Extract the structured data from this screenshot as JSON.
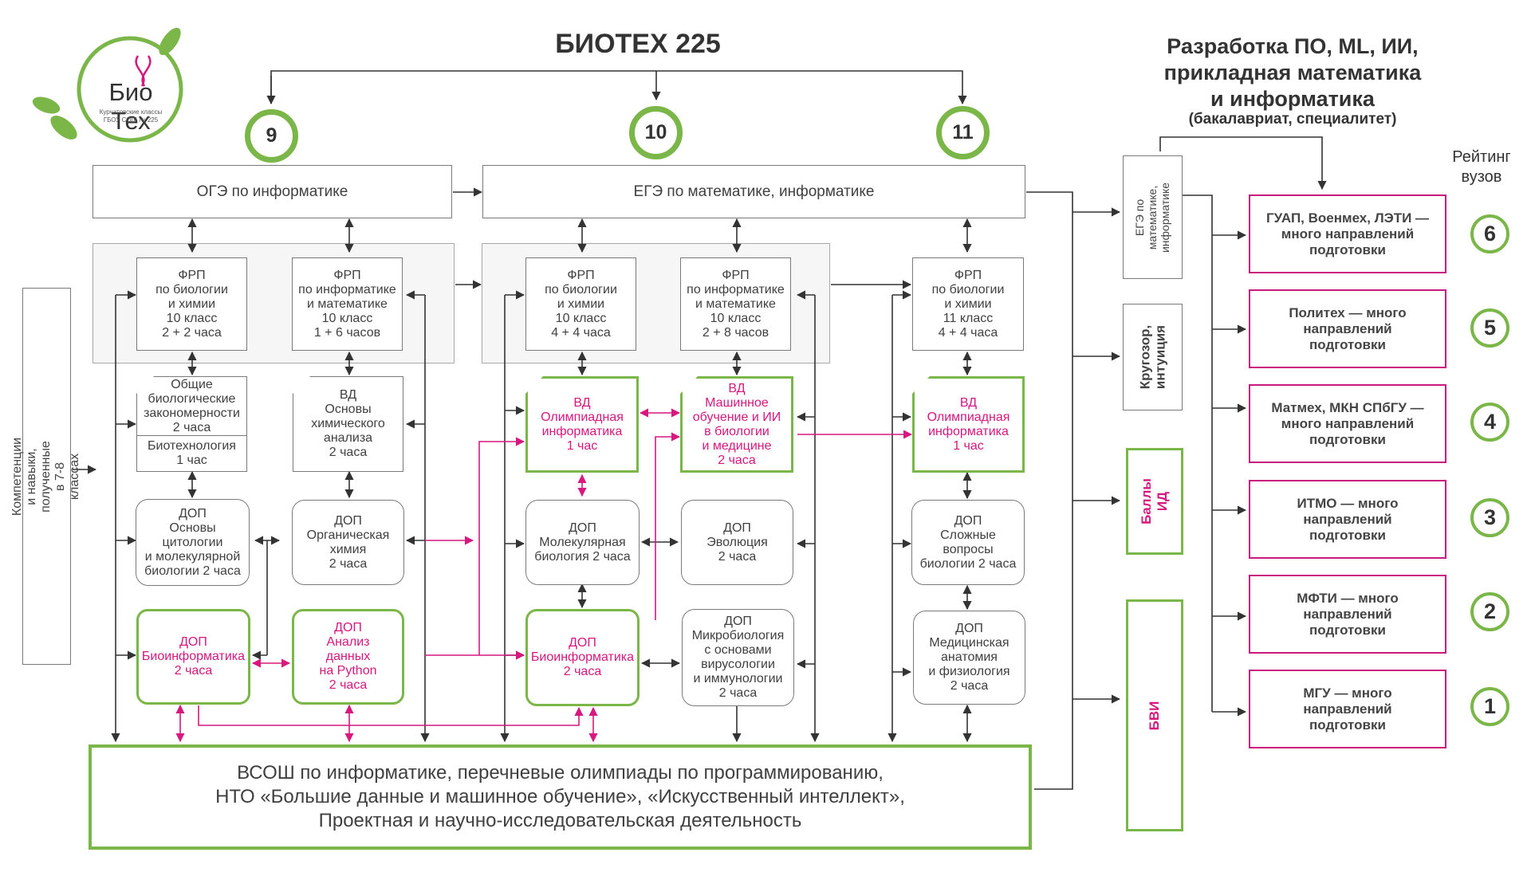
{
  "logo": {
    "name": "Био Тех",
    "subtitle_line1": "Курчатовские классы",
    "subtitle_line2": "ГБОУ СОШ № 225"
  },
  "title": "БИОТЕХ 225",
  "grades": [
    "9",
    "10",
    "11"
  ],
  "exams": {
    "oge": "ОГЭ по информатике",
    "ege": "ЕГЭ по математике, информатике"
  },
  "left_label": "Компетенции и навыки, полученные в 7-8 классах",
  "grade9": {
    "frp_bio": "ФРП\nпо биологии\nи химии\n10 класс\n2 + 2 часа",
    "frp_inf": "ФРП\nпо информатике\nи математике\n10 класс\n1 + 6 часов",
    "vd_bio": "Общие\nбиологические\nзакономерности\n2 часа",
    "biotech": "Биотехнология\n1 час",
    "vd_chem": "ВД\nОсновы\nхимического\nанализа\n2 часа",
    "dop_cyto": "ДОП\nОсновы\nцитологии\nи молекулярной\nбиологии 2 часа",
    "dop_organic": "ДОП\nОрганическая\nхимия\n2 часа",
    "dop_bioinf": "ДОП\nБиоинформатика\n2 часа",
    "dop_python": "ДОП\nАнализ\nданных\nна Python\n2 часа"
  },
  "grade10": {
    "frp_bio": "ФРП\nпо биологии\nи химии\n10 класс\n4 + 4 часа",
    "frp_inf": "ФРП\nпо информатике\nи математике\n10 класс\n2 + 8 часов",
    "vd_olymp": "ВД\nОлимпиадная\nинформатика\n1 час",
    "vd_ml": "ВД\nМашинное\nобучение и ИИ\nв биологии\nи медицине\n2 часа",
    "dop_molbio": "ДОП\nМолекулярная\nбиология 2 часа",
    "dop_evo": "ДОП\nЭволюция\n2 часа",
    "dop_bioinf": "ДОП\nБиоинформатика\n2 часа",
    "dop_micro": "ДОП\nМикробиология\nс основами\nвирусологии\nи иммунологии\n2 часа"
  },
  "grade11": {
    "frp_bio": "ФРП\nпо биологии\nи химии\n11 класс\n4 + 4 часа",
    "vd_olymp": "ВД\nОлимпиадная\nинформатика\n1 час",
    "dop_hard": "ДОП\nСложные\nвопросы\nбиологии 2 часа",
    "dop_med": "ДОП\nМедицинская\nанатомия\nи физиология\n2 часа"
  },
  "bottom_box": "ВСОШ по информатике, перечневые олимпиады по программированию,\nНТО «Большие данные и машинное обучение»,  «Искусственный интеллект»,\nПроектная и научно-исследовательская деятельность",
  "right_title": "Разработка ПО, ML, ИИ,\nприкладная математика\nи информатика",
  "right_subtitle": "(бакалавриат, специалитет)",
  "admission": {
    "ege": "ЕГЭ по математике,\nинформатике",
    "krugozor": "Кругозор,\nинтуиция",
    "id": "Баллы ИД",
    "bvi": "БВИ"
  },
  "rating_label": "Рейтинг\nвузов",
  "universities": [
    {
      "text": "ГУАП, Военмех, ЛЭТИ —\nмного направлений\nподготовки",
      "rank": "6"
    },
    {
      "text": "Политех  — много\nнаправлений\nподготовки",
      "rank": "5"
    },
    {
      "text": "Матмех, МКН СПбГУ  —\nмного направлений\nподготовки",
      "rank": "4"
    },
    {
      "text": "ИТМО  — много\nнаправлений\nподготовки",
      "rank": "3"
    },
    {
      "text": "МФТИ  — много\nнаправлений\nподготовки",
      "rank": "2"
    },
    {
      "text": "МГУ  — много\nнаправлений\nподготовки",
      "rank": "1"
    }
  ],
  "colors": {
    "green": "#7ab648",
    "magenta": "#d6187f",
    "gray_line": "#333333",
    "box_border": "#7a7a7a"
  }
}
